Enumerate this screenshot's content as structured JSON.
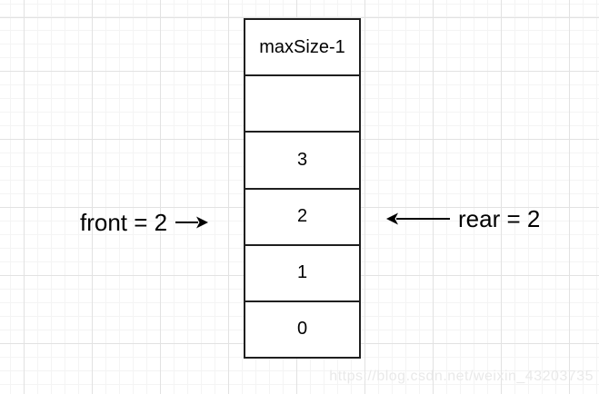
{
  "diagram": {
    "cells": [
      {
        "label": "maxSize-1"
      },
      {
        "label": ""
      },
      {
        "label": "3"
      },
      {
        "label": "2"
      },
      {
        "label": "1"
      },
      {
        "label": "0"
      }
    ],
    "front_label": "front = 2",
    "rear_label": "rear = 2"
  },
  "watermark": "https://blog.csdn.net/weixin_43203735",
  "colors": {
    "stroke": "#1f1f1f",
    "grid_minor": "#f4f4f4",
    "grid_major": "#e2e2e2",
    "watermark": "#e9e9e9",
    "background": "#ffffff"
  }
}
